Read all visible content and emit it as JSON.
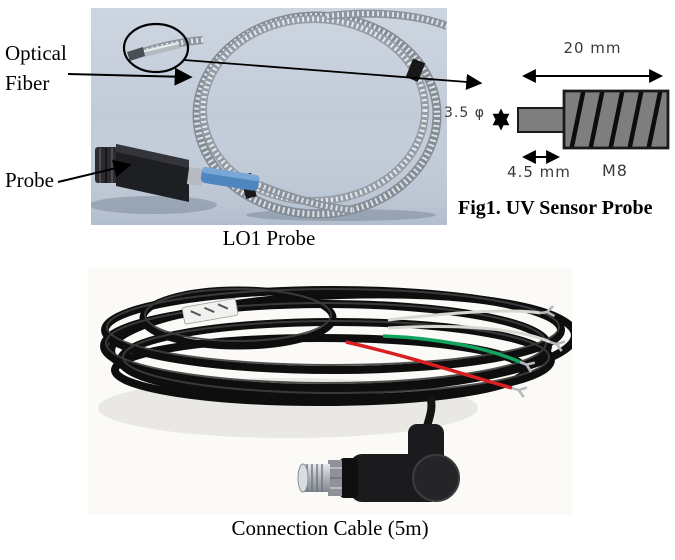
{
  "page": {
    "background": "#ffffff"
  },
  "top_figure": {
    "caption": "LO1 Probe",
    "label_optical_line1": "Optical",
    "label_optical_line2": "Fiber",
    "label_probe": "Probe",
    "photo_background": "#c2ccd9"
  },
  "diagram": {
    "caption": "Fig1. UV Sensor Probe",
    "dim_length": "20 mm",
    "dim_diameter": "3.5 φ",
    "dim_shaft_length": "4.5 mm",
    "thread_label": "M8",
    "body_color": "#7e7e7e",
    "stripe_color": "#0d0d0d"
  },
  "bottom_figure": {
    "caption": "Connection Cable (5m)",
    "photo_background": "#fbfaf7",
    "wire_white": "#d8d8d2",
    "wire_green": "#12a45e",
    "wire_red": "#d82020"
  }
}
